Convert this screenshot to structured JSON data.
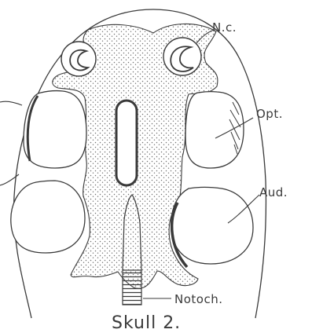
{
  "figure": {
    "caption": "Skull 2.",
    "labels": {
      "nc": "N.c.",
      "opt": "Opt.",
      "aud": "Aud.",
      "notoch": "Notoch."
    },
    "colors": {
      "ink": "#3a3a3a",
      "paper": "#ffffff",
      "stipple": "#707070"
    }
  }
}
